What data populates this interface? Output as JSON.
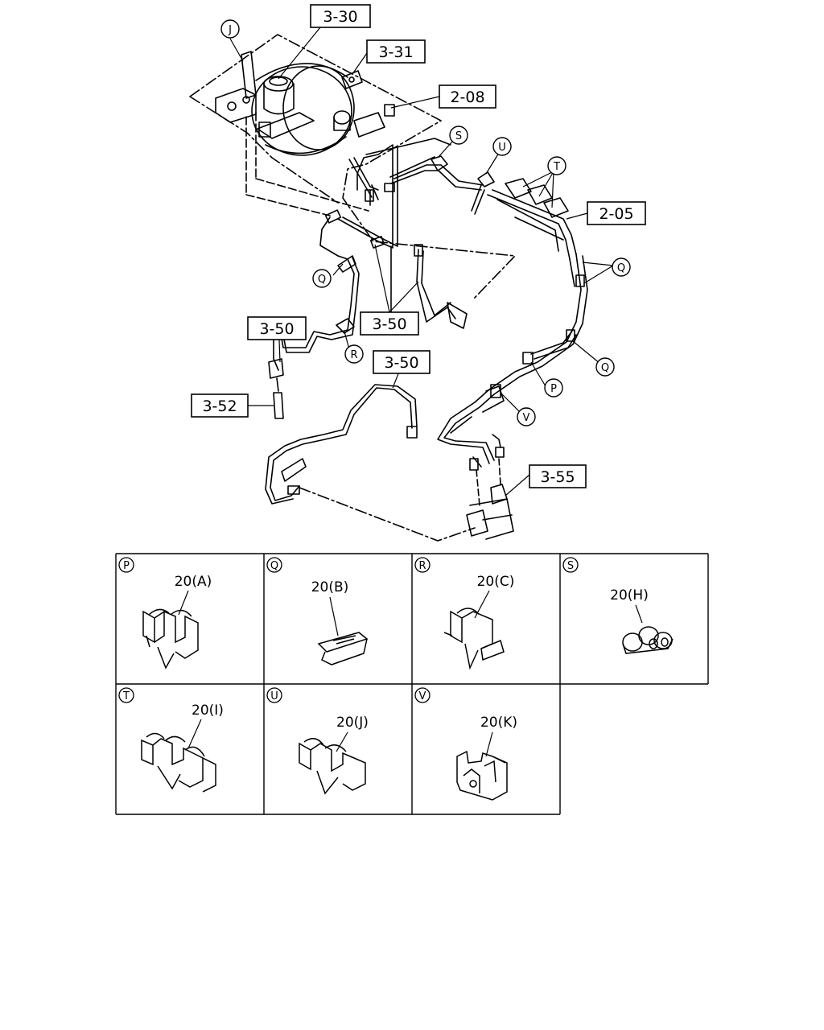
{
  "refs": {
    "r330": "3-30",
    "r331": "3-31",
    "r208": "2-08",
    "r205": "2-05",
    "r350a": "3-50",
    "r350b": "3-50",
    "r350c": "3-50",
    "r352": "3-52",
    "r355": "3-55"
  },
  "callouts": {
    "J": "J",
    "S": "S",
    "U": "U",
    "T": "T",
    "Q1": "Q",
    "Q2": "Q",
    "Q3": "Q",
    "R": "R",
    "P": "P",
    "V": "V"
  },
  "clips": [
    {
      "letter": "P",
      "part": "20(A)"
    },
    {
      "letter": "Q",
      "part": "20(B)"
    },
    {
      "letter": "R",
      "part": "20(C)"
    },
    {
      "letter": "S",
      "part": "20(H)"
    },
    {
      "letter": "T",
      "part": "20(I)"
    },
    {
      "letter": "U",
      "part": "20(J)"
    },
    {
      "letter": "V",
      "part": "20(K)"
    }
  ]
}
